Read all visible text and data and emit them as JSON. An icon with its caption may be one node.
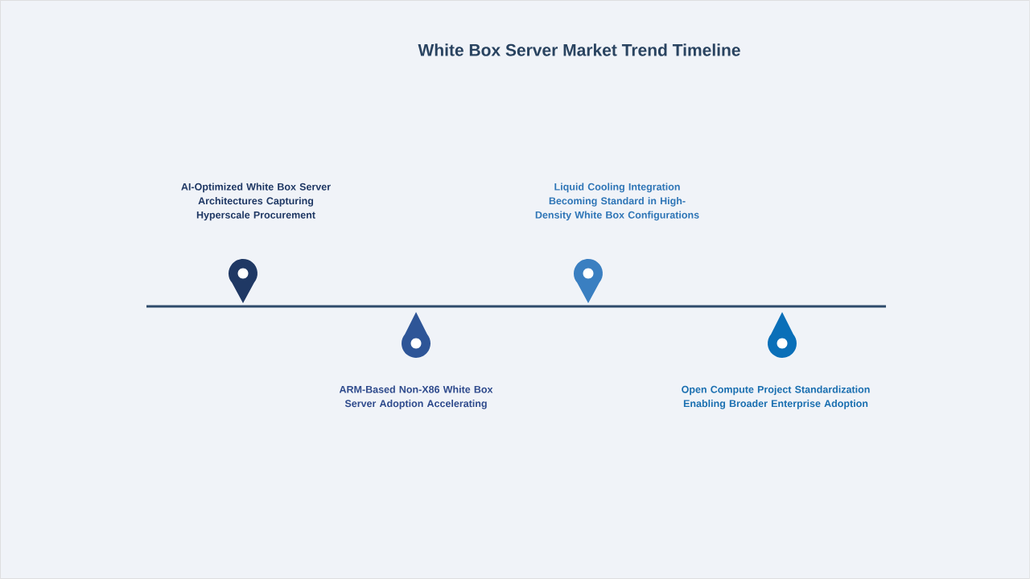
{
  "diagram": {
    "title": "White Box Server Market Trend Timeline",
    "labels": [
      "AI-Optimized White Box Server Architectures Capturing Hyperscale Procurement",
      "Liquid Cooling Integration Becoming Standard in High-Density White Box Configurations",
      "ARM-Based Non-X86 White Box Server Adoption Accelerating",
      "Open Compute Project Standardization Enabling Broader Enterprise Adoption"
    ]
  }
}
